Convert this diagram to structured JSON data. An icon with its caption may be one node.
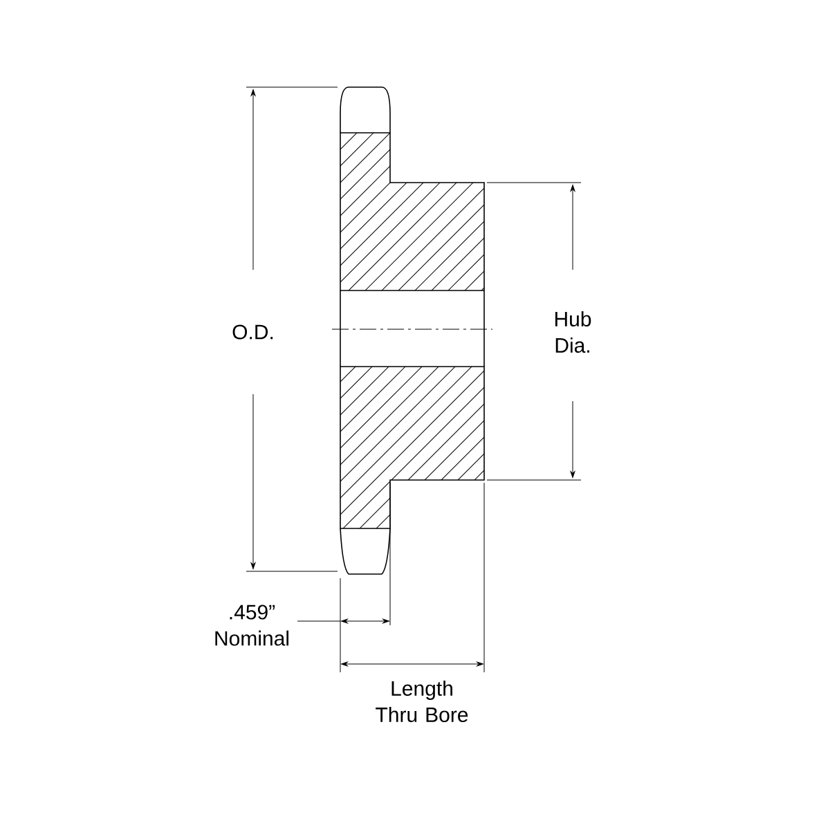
{
  "diagram": {
    "labels": [
      "O.D.",
      "Hub Dia.",
      ".459” Nominal",
      "Length Thru Bore"
    ]
  }
}
